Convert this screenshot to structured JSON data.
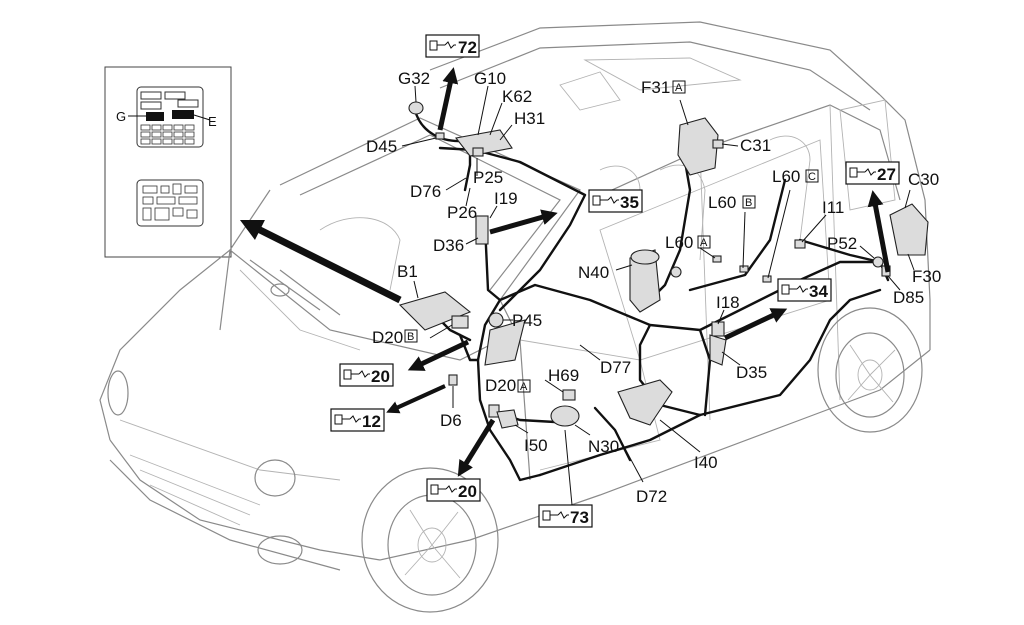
{
  "labels": {
    "G32": "G32",
    "G10": "G10",
    "K62": "K62",
    "H31": "H31",
    "D45": "D45",
    "D76": "D76",
    "P25": "P25",
    "P26": "P26",
    "I19": "I19",
    "D36": "D36",
    "B1": "B1",
    "D20B": "D20",
    "D20A": "D20",
    "P45": "P45",
    "H69": "H69",
    "D77": "D77",
    "D6": "D6",
    "I50": "I50",
    "N30": "N30",
    "I40": "I40",
    "D72": "D72",
    "N40": "N40",
    "F31": "F31",
    "C31": "C31",
    "L60A": "L60",
    "L60B": "L60",
    "L60C": "L60",
    "I18": "I18",
    "D35": "D35",
    "I11": "I11",
    "P52": "P52",
    "C30": "C30",
    "F30": "F30",
    "D85": "D85"
  },
  "suffix": {
    "A": "A",
    "B": "B",
    "C": "C"
  },
  "refs": {
    "r72": "72",
    "r35": "35",
    "r27": "27",
    "r34": "34",
    "r20a": "20",
    "r12": "12",
    "r20b": "20",
    "r73": "73"
  },
  "inset": {
    "g": "G",
    "e": "E"
  }
}
